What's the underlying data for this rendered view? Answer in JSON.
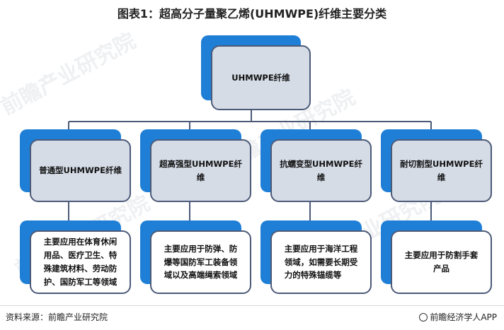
{
  "title": "图表1：超高分子量聚乙烯(UHMWPE)纤维主要分类",
  "root": {
    "label": "UHMWPE纤维"
  },
  "categories": [
    {
      "label": "普通型UHMWPE纤维",
      "desc_lines": [
        "主要应用在体育休闲",
        "用品、医疗卫生、特",
        "殊建筑材料、劳动防",
        "护、国防军工等领域"
      ]
    },
    {
      "label": "超高强型UHMWPE纤维",
      "desc_lines": [
        "主要应用于防弹、防",
        "爆等国防军工装备领",
        "域以及高端绳索领域"
      ]
    },
    {
      "label": "抗蠕变型UHMWPE纤维",
      "desc_lines": [
        "主要应用于海洋工程",
        "领域，如需要长期受",
        "力的特殊锚缆等"
      ]
    },
    {
      "label": "耐切割型UHMWPE纤维",
      "desc_lines": [
        "主要应用于防割手套",
        "产品"
      ]
    }
  ],
  "watermark": "前瞻产业研究院",
  "footer": {
    "source": "资料来源：前瞻产业研究院",
    "brand": "前瞻经济学人APP"
  },
  "colors": {
    "card_back": "#1f7fd6",
    "card_front": "#d5dce6",
    "card_border": "#4c5a78",
    "connector": "#4c5a78"
  }
}
